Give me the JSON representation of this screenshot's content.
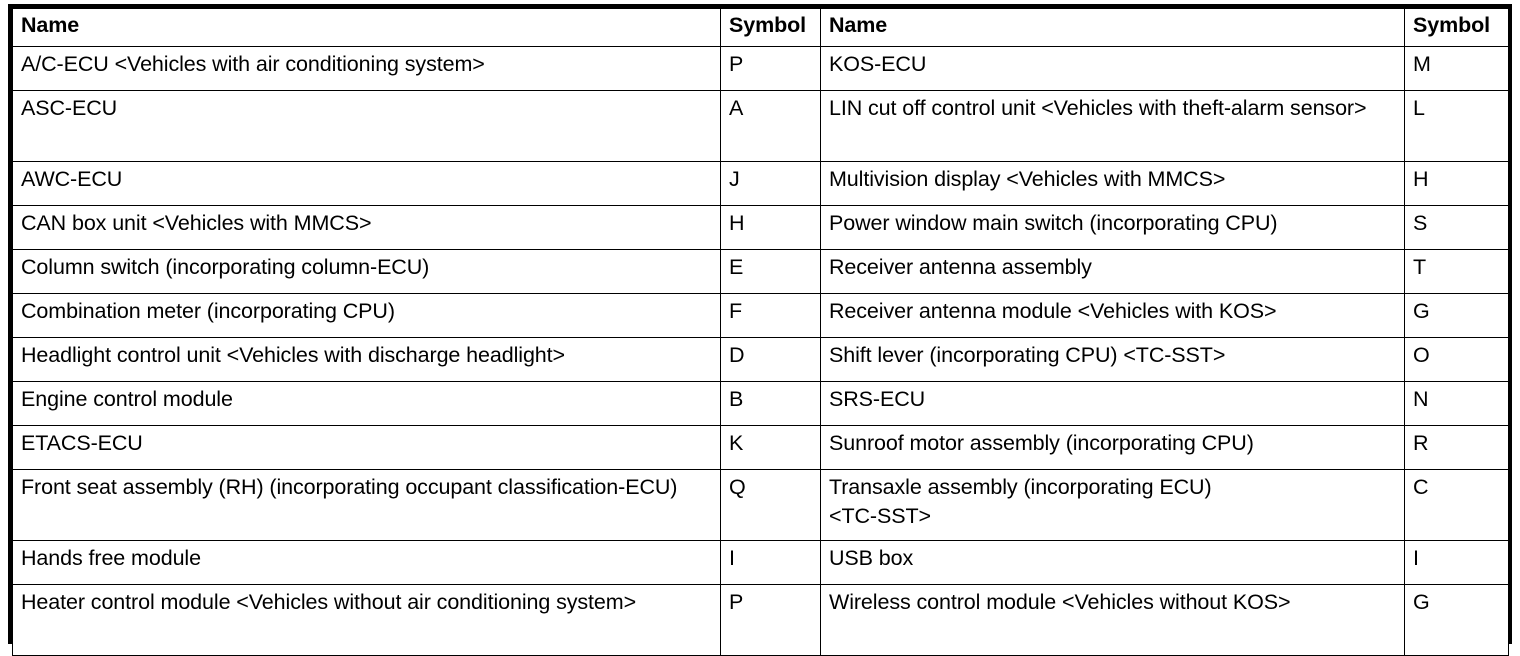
{
  "document": {
    "type": "specification-table",
    "description": "ECU / control unit name and symbol reference table",
    "colors": {
      "background": "#ffffff",
      "text": "#000000",
      "border": "#000000"
    }
  },
  "table": {
    "headers": {
      "name_left": "Name",
      "symbol_left": "Symbol",
      "name_right": "Name",
      "symbol_right": "Symbol"
    },
    "rows": [
      {
        "height": "single",
        "name_left": "A/C-ECU <Vehicles with air conditioning system>",
        "symbol_left": "P",
        "name_right": "KOS-ECU",
        "symbol_right": "M"
      },
      {
        "height": "double",
        "name_left": "ASC-ECU",
        "symbol_left": "A",
        "name_right": "LIN cut off control unit <Vehicles with theft-alarm sensor>",
        "symbol_right": "L"
      },
      {
        "height": "single",
        "name_left": "AWC-ECU",
        "symbol_left": "J",
        "name_right": "Multivision display <Vehicles with MMCS>",
        "symbol_right": "H"
      },
      {
        "height": "single",
        "name_left": "CAN box unit <Vehicles with MMCS>",
        "symbol_left": "H",
        "name_right": "Power window main switch (incorporating CPU)",
        "symbol_right": "S"
      },
      {
        "height": "single",
        "name_left": "Column switch (incorporating column-ECU)",
        "symbol_left": "E",
        "name_right": "Receiver antenna assembly",
        "symbol_right": "T"
      },
      {
        "height": "single",
        "name_left": "Combination meter (incorporating CPU)",
        "symbol_left": "F",
        "name_right": "Receiver antenna module <Vehicles with KOS>",
        "symbol_right": "G"
      },
      {
        "height": "single",
        "name_left": "Headlight control unit <Vehicles with discharge headlight>",
        "symbol_left": "D",
        "name_right": "Shift lever (incorporating CPU) <TC-SST>",
        "symbol_right": "O"
      },
      {
        "height": "single",
        "name_left": "Engine control module",
        "symbol_left": "B",
        "name_right": "SRS-ECU",
        "symbol_right": "N"
      },
      {
        "height": "single",
        "name_left": "ETACS-ECU",
        "symbol_left": "K",
        "name_right": "Sunroof motor assembly (incorporating CPU)",
        "symbol_right": "R"
      },
      {
        "height": "double",
        "name_left": "Front seat assembly (RH) (incorporating occupant classification-ECU)",
        "symbol_left": "Q",
        "name_right": "Transaxle assembly (incorporating ECU)\n<TC-SST>",
        "symbol_right": "C"
      },
      {
        "height": "single",
        "name_left": "Hands free module",
        "symbol_left": "I",
        "name_right": "USB box",
        "symbol_right": "I"
      },
      {
        "height": "double",
        "name_left": "Heater control module <Vehicles without air conditioning system>",
        "symbol_left": "P",
        "name_right": "Wireless control module <Vehicles without KOS>",
        "symbol_right": "G"
      }
    ]
  }
}
